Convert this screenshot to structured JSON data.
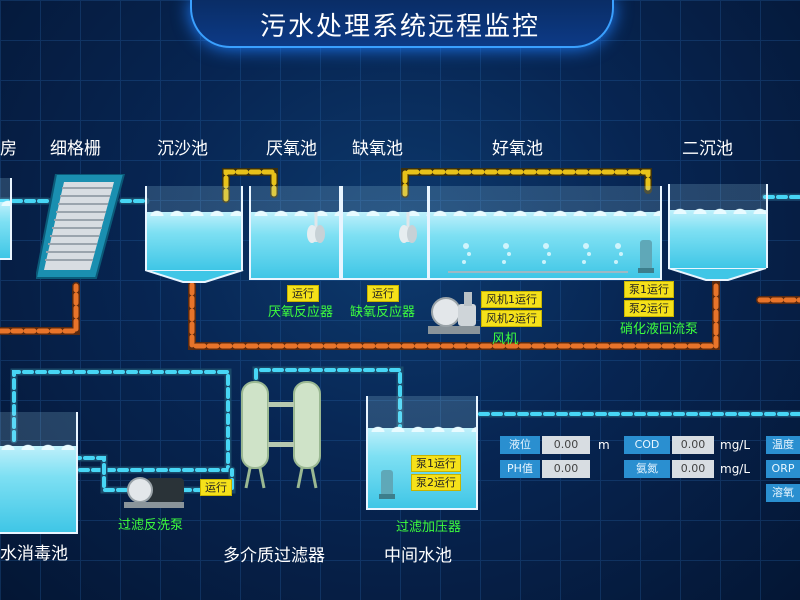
{
  "title": "污水处理系统远程监控",
  "units": {
    "pump_house_partial": "房",
    "screen": "细格栅",
    "grit": "沉沙池",
    "anaerobic": "厌氧池",
    "anoxic": "缺氧池",
    "aerobic": "好氧池",
    "secondary": "二沉池",
    "disinfection_partial": "水消毒池",
    "filter": "多介质过滤器",
    "intermediate": "中间水池"
  },
  "equipment": {
    "anaerobic_reactor": "厌氧反应器",
    "anoxic_reactor": "缺氧反应器",
    "blower": "风机",
    "nitrification_pump": "硝化液回流泵",
    "backwash_pump": "过滤反洗泵",
    "booster_pump": "过滤加压器"
  },
  "status": {
    "anaerobic_reactor": "运行",
    "anoxic_reactor": "运行",
    "blower1": "风机1运行",
    "blower2": "风机2运行",
    "nitrification_pump1": "泵1运行",
    "nitrification_pump2": "泵2运行",
    "backwash_pump": "运行",
    "booster_pump1": "泵1运行",
    "booster_pump2": "泵2运行"
  },
  "readings": [
    {
      "label": "液位",
      "value": "0.00",
      "unit": "m"
    },
    {
      "label": "PH值",
      "value": "0.00",
      "unit": ""
    },
    {
      "label": "COD",
      "value": "0.00",
      "unit": "mg/L"
    },
    {
      "label": "氨氮",
      "value": "0.00",
      "unit": "mg/L"
    },
    {
      "label": "温度",
      "value": "",
      "unit": ""
    },
    {
      "label": "ORP",
      "value": "",
      "unit": ""
    },
    {
      "label": "溶氧",
      "value": "",
      "unit": ""
    }
  ],
  "colors": {
    "pipe_orange": "#e8742a",
    "pipe_cyan": "#47d6f5",
    "pipe_yellow": "#e8c21a",
    "status_bg": "#f5e11a",
    "label_green": "#3dff3d",
    "accent": "#3aa0ff"
  }
}
